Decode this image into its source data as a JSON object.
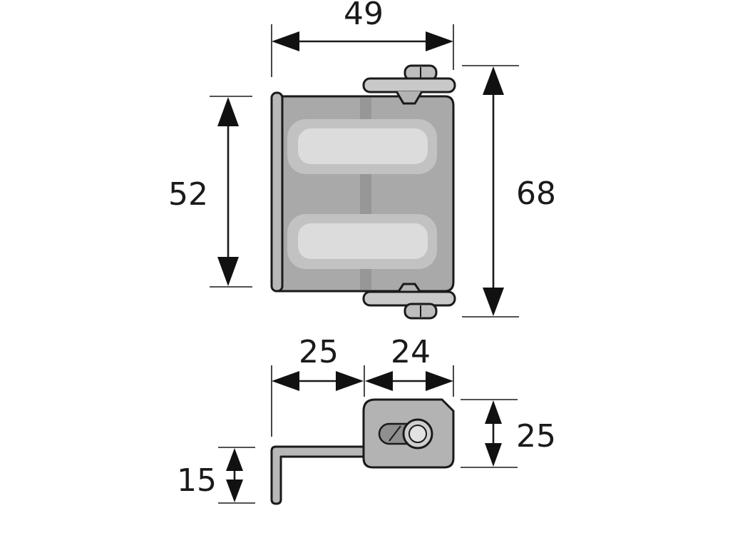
{
  "dimensions": {
    "top_width": "49",
    "left_height": "52",
    "right_height": "68",
    "bottom_left_width": "25",
    "bottom_right_width": "24",
    "bottom_height": "25",
    "bracket_height": "15"
  },
  "colors": {
    "line": "#1a1a1a",
    "body_fill": "#a9a9a9",
    "seam": "#979797",
    "pad_outer": "#c2c2c2",
    "pad_inner": "#dcdcdc",
    "hinge_plate": "#c9c9c9",
    "hinge_roller": "#bdbdbd",
    "base_fill": "#b3b3b3",
    "slot_fill": "#8f8f8f",
    "knob_fill": "#cfcfcf",
    "background": "#ffffff"
  }
}
